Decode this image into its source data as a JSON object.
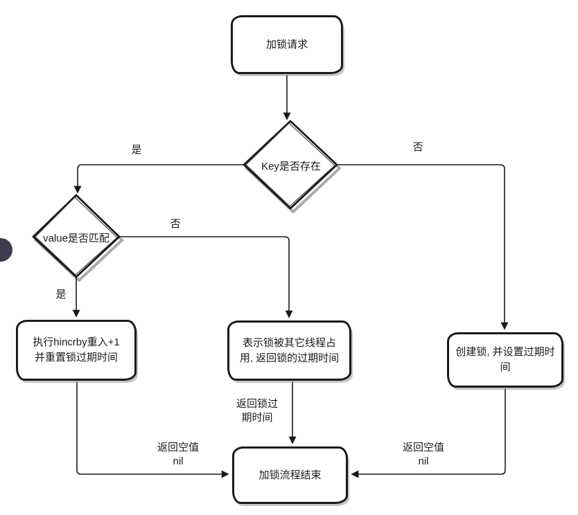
{
  "diagram": {
    "nodes": {
      "start": {
        "label": "加锁请求"
      },
      "key_exists": {
        "label": "Key是否存在"
      },
      "value_match": {
        "label": "value是否匹配"
      },
      "reentrant": {
        "label": "执行hincrby重入+1\n并重置锁过期时间"
      },
      "occupied": {
        "label": "表示锁被其它线程占\n用, 返回锁的过期时间"
      },
      "create_lock": {
        "label": "创建锁, 并设置过期时\n间"
      },
      "end": {
        "label": "加锁流程结束"
      }
    },
    "edge_labels": {
      "key_yes": "是",
      "key_no": "否",
      "value_yes": "是",
      "value_no": "否",
      "return_expire": "返回锁过\n期时间",
      "return_nil_left": "返回空值\nnil",
      "return_nil_right": "返回空值\nnil"
    },
    "colors": {
      "stroke": "#1a1a1a",
      "fill": "#ffffff",
      "shadow": "#a0a0a0",
      "text": "#1c1c1c"
    }
  }
}
